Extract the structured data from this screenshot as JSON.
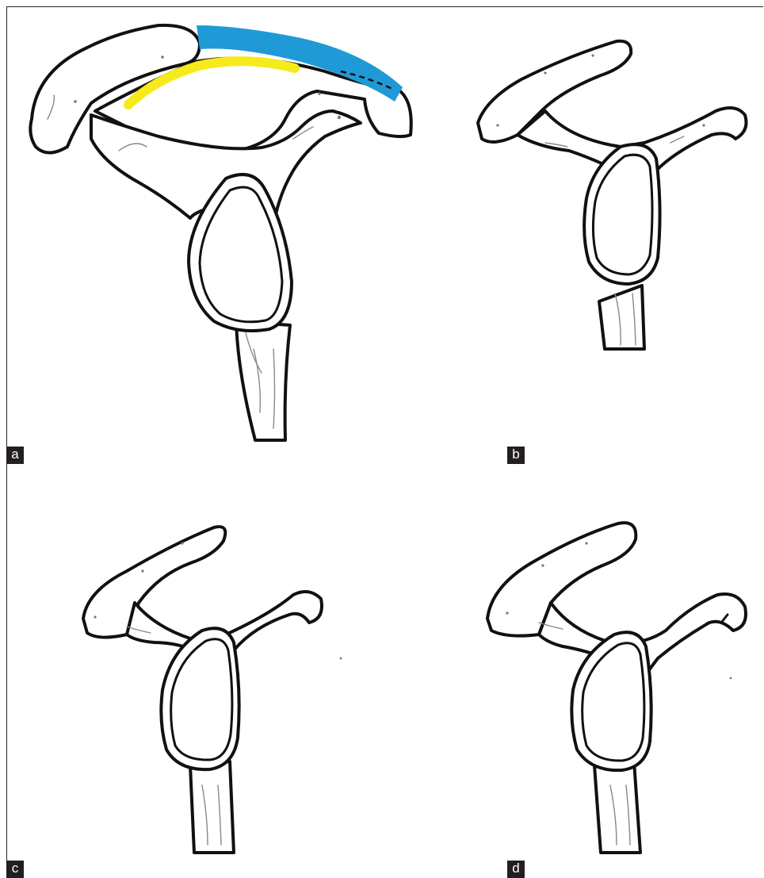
{
  "panels": [
    {
      "id": "a",
      "label": "a"
    },
    {
      "id": "b",
      "label": "b"
    },
    {
      "id": "c",
      "label": "c"
    },
    {
      "id": "d",
      "label": "d"
    }
  ],
  "colors": {
    "blue_highlight": "#1f9ad6",
    "yellow_highlight": "#f6ea1b",
    "outline": "#111111",
    "label_background": "#231f20"
  }
}
